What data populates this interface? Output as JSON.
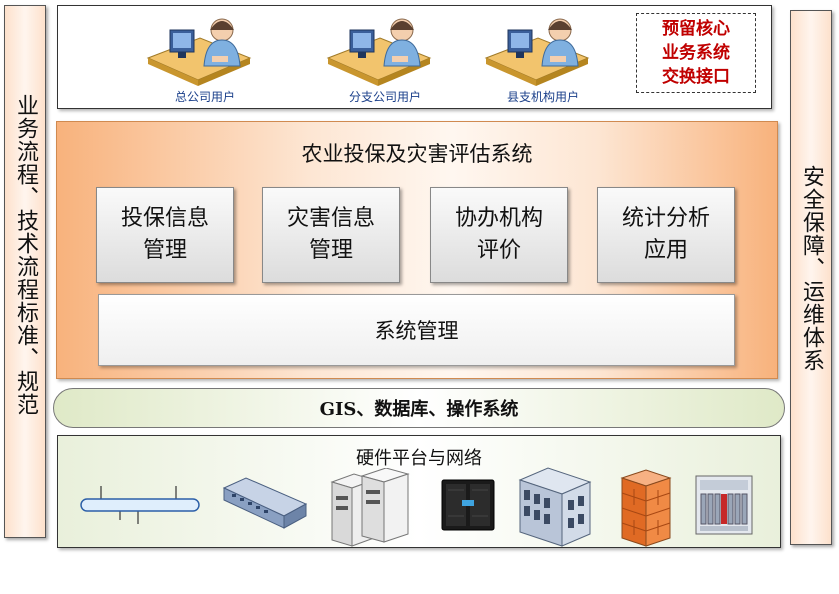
{
  "left_pillar": {
    "text": "业务流程、技术流程标准、规范"
  },
  "right_pillar": {
    "text": "安全保障、运维体系"
  },
  "users": [
    {
      "label": "总公司用户"
    },
    {
      "label": "分支公司用户"
    },
    {
      "label": "县支机构用户"
    }
  ],
  "reserve_box": {
    "text": "预留核心\n业务系统\n交换接口"
  },
  "system": {
    "title": "农业投保及灾害评估系统",
    "modules": [
      {
        "label": "投保信息\n管理"
      },
      {
        "label": "灾害信息\n管理"
      },
      {
        "label": "协办机构\n评价"
      },
      {
        "label": "统计分析\n应用"
      }
    ],
    "management": "系统管理"
  },
  "gis_bar": {
    "text": "GIS、数据库、操作系统"
  },
  "hardware": {
    "title": "硬件平台与网络",
    "devices": [
      "network-bus-icon",
      "switch-icon",
      "server-pair-icon",
      "rack-server-icon",
      "storage-array-icon",
      "firewall-icon",
      "blade-chassis-icon"
    ]
  },
  "colors": {
    "reserve_text": "#c00000",
    "user_label": "#1a3f8a",
    "system_edge": "#f8b27c",
    "hardware_tint": "#e9f0db"
  }
}
